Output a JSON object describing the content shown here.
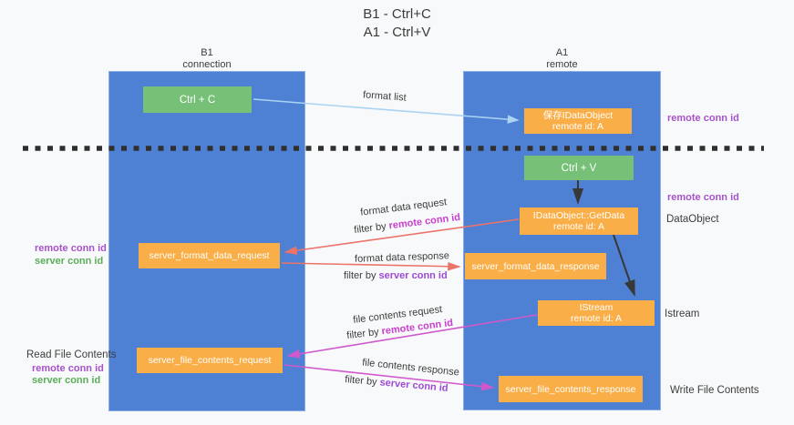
{
  "title": {
    "line1": "B1 - Ctrl+C",
    "line2": "A1 - Ctrl+V"
  },
  "lanes": {
    "left": {
      "title": "B1",
      "subtitle": "connection"
    },
    "right": {
      "title": "A1",
      "subtitle": "remote"
    }
  },
  "boxes": {
    "ctrl_c": {
      "label": "Ctrl + C"
    },
    "ctrl_v": {
      "label": "Ctrl + V"
    },
    "save_dataobject": {
      "line1": "保存IDataObject",
      "line2": "remote id: A"
    },
    "getdata": {
      "line1": "IDataObject::GetData",
      "line2": "remote id: A"
    },
    "istream": {
      "line1": "IStream",
      "line2": "remote id: A"
    },
    "format_request": {
      "label": "server_format_data_request"
    },
    "format_response": {
      "label": "server_format_data_response"
    },
    "file_request": {
      "label": "server_file_contents_request"
    },
    "file_response": {
      "label": "server_file_contents_response"
    }
  },
  "annotations": {
    "right_remote_conn_id_1": "remote conn id",
    "right_remote_conn_id_2": "remote conn id",
    "right_dataobject": "DataObject",
    "right_istream": "Istream",
    "right_write_file": "Write File Contents",
    "left_remote_conn_id_1": "remote conn id",
    "left_server_conn_id_1": "server conn id",
    "left_read_file": "Read File Contents",
    "left_remote_conn_id_2": "remote conn id",
    "left_server_conn_id_2": "server conn id"
  },
  "flow_labels": {
    "format_list": "format list",
    "format_data_request": "format data request",
    "format_data_response": "format data response",
    "file_contents_request": "file contents request",
    "file_contents_response": "file contents response",
    "filter_by": "filter by ",
    "remote_conn_id": "remote conn id",
    "server_conn_id": "server conn id"
  },
  "colors": {
    "lane_blue": "#4e81d4",
    "box_orange": "#f9ae47",
    "box_green": "#76c078",
    "label_purple": "#a653c9",
    "label_green": "#5bad58",
    "filter_magenta": "#c93fcd",
    "filter_violet": "#9b4bd3",
    "arrow_red": "#ea746a",
    "arrow_magenta": "#d058cc",
    "arrow_blue": "#abd3f3",
    "arrow_black": "#383838",
    "divider_black": "#2f2f2f"
  }
}
